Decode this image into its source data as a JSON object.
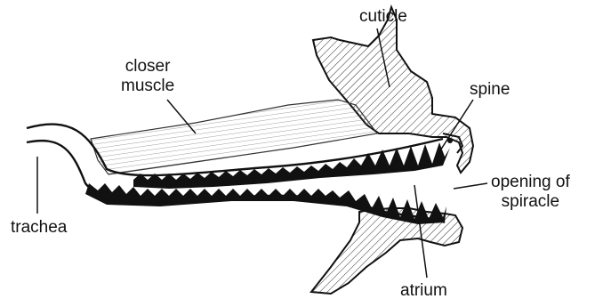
{
  "labels": {
    "cuticle": "cuticle",
    "closer_muscle": [
      "closer",
      "muscle"
    ],
    "spine": "spine",
    "opening_of_spiracle": [
      "opening of",
      "spiracle"
    ],
    "trachea": "trachea",
    "atrium": "atrium"
  },
  "colors": {
    "ink": "#111111",
    "background": "#ffffff"
  }
}
